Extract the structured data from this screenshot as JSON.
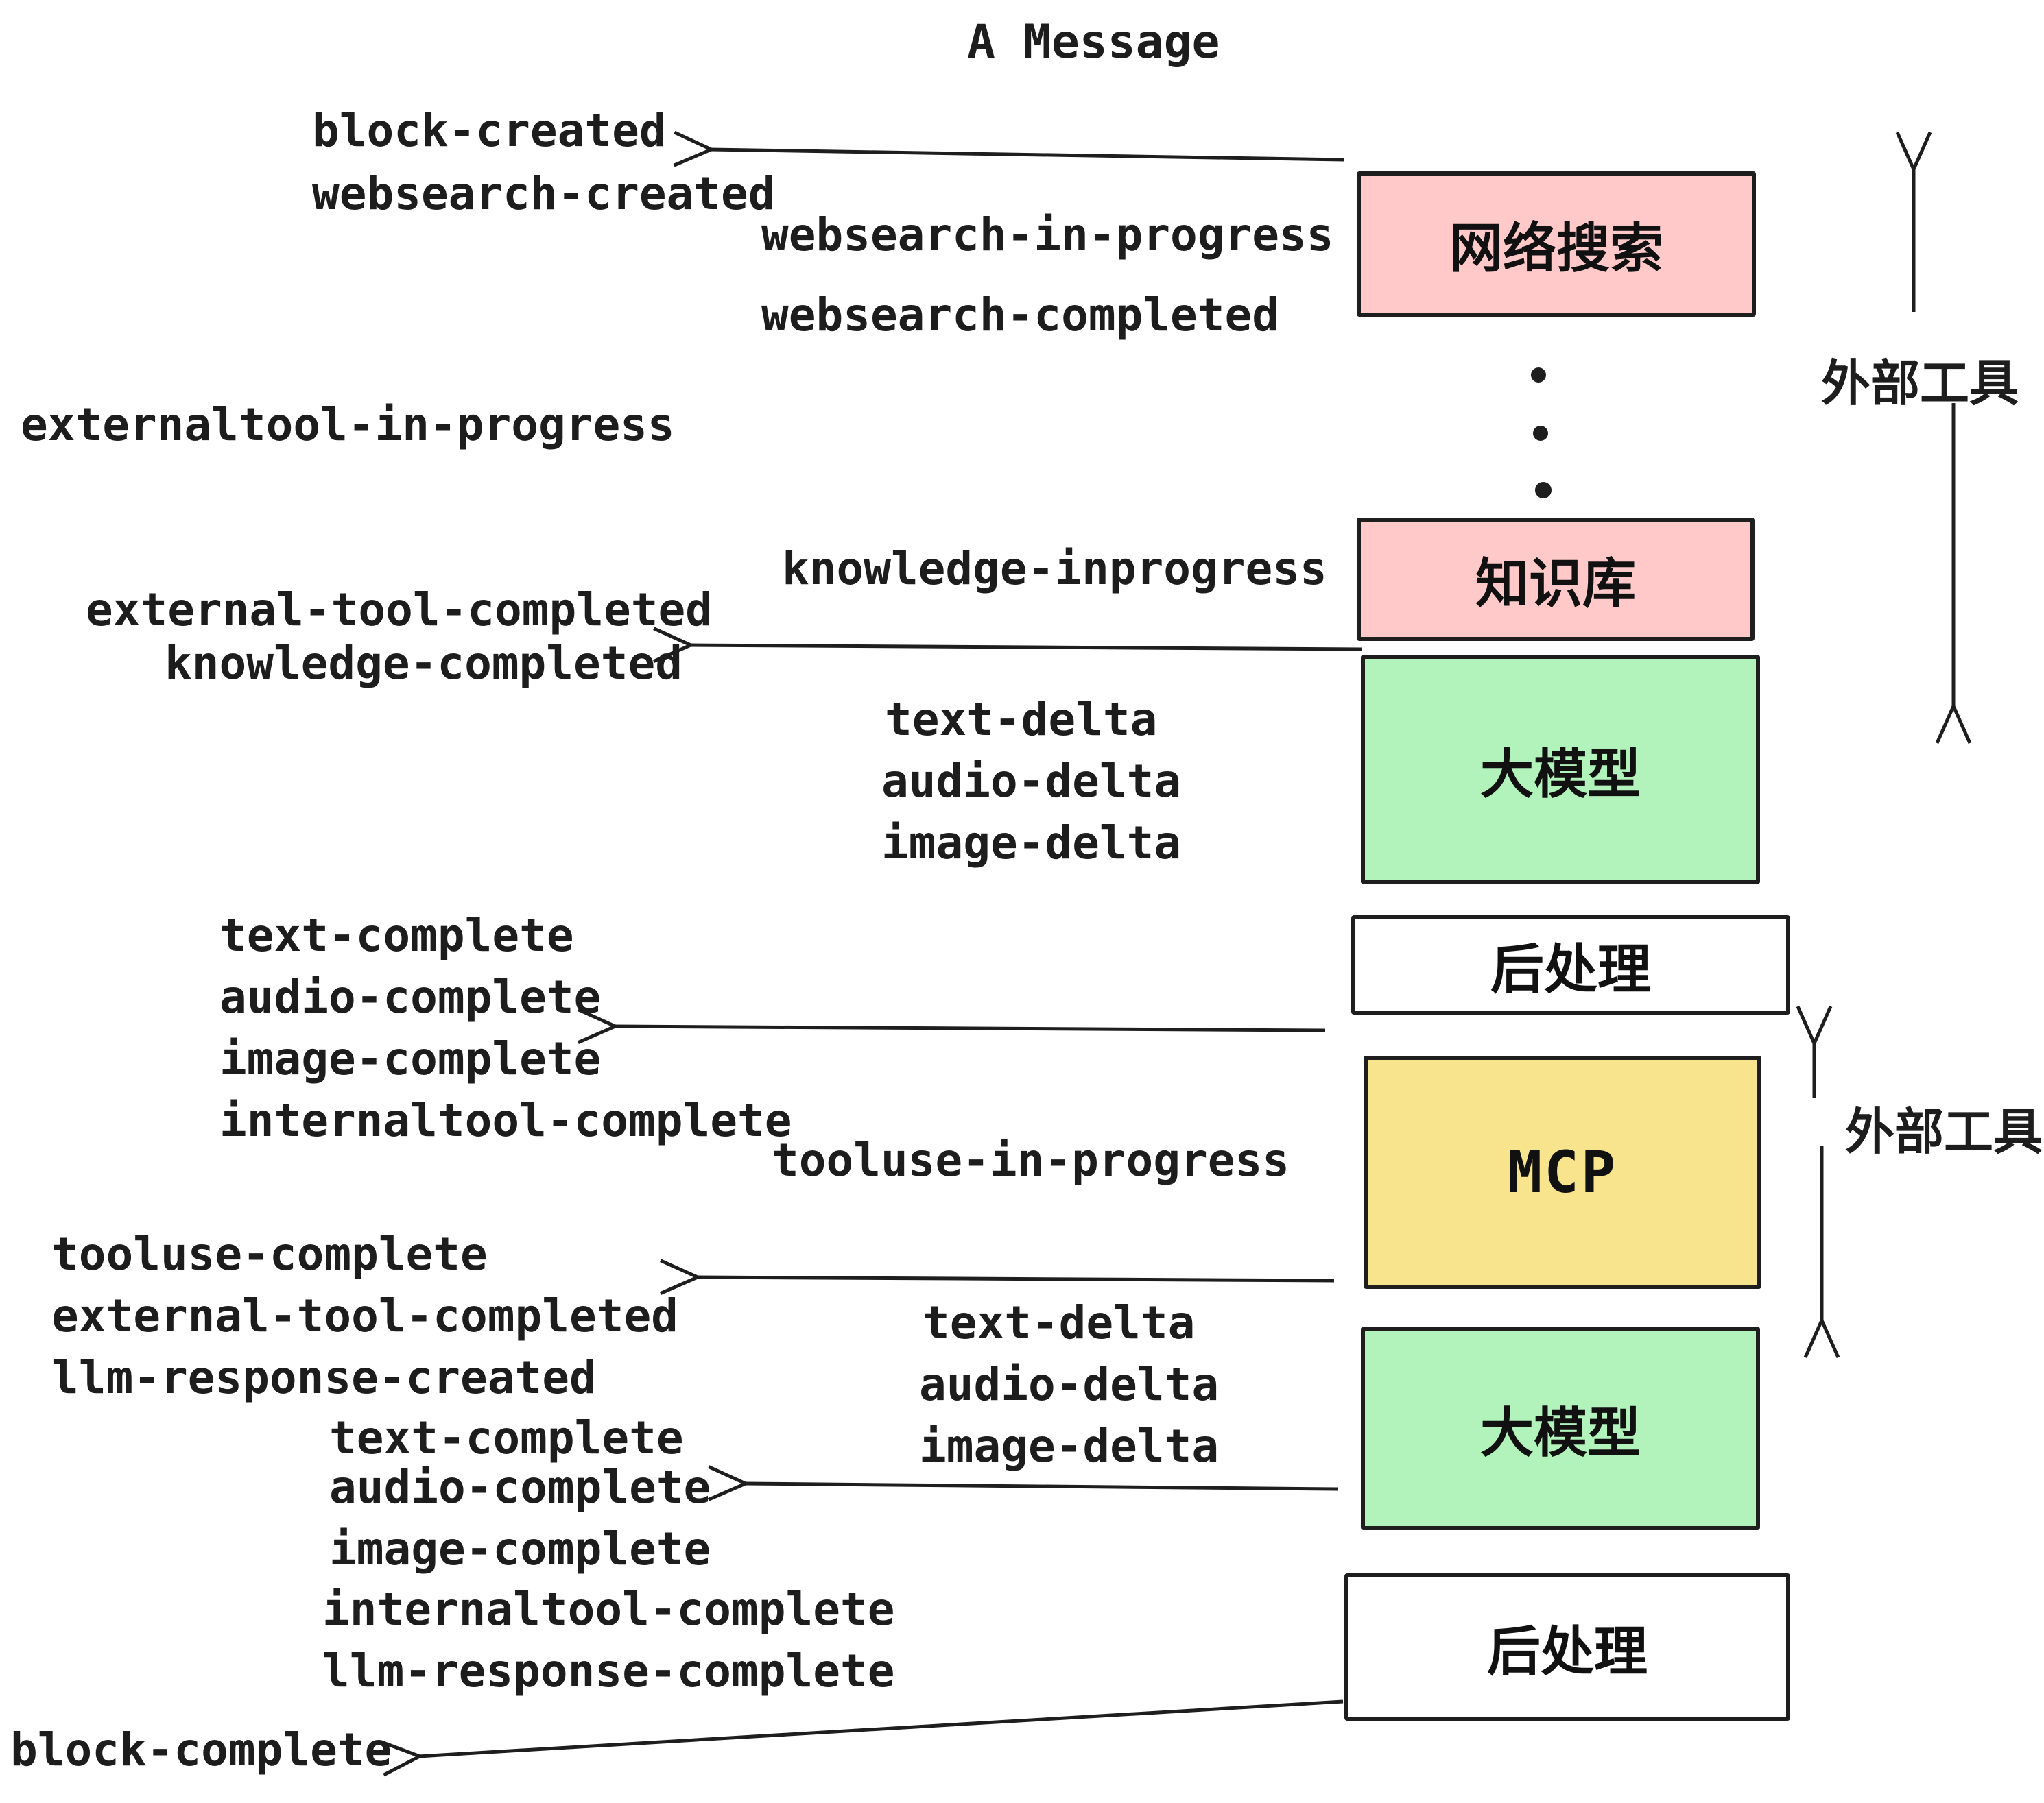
{
  "title": "A Message",
  "colors": {
    "pink": "#ffc9c9",
    "green": "#b2f2bb",
    "yellow": "#f8e48c",
    "white": "#ffffff",
    "ink": "#1e1e1e"
  },
  "events": [
    "block-created",
    "websearch-created",
    "websearch-in-progress",
    "websearch-completed",
    "externaltool-in-progress",
    "knowledge-inprogress",
    "external-tool-completed",
    "knowledge-completed",
    "text-delta",
    "audio-delta",
    "image-delta",
    "text-complete",
    "audio-complete",
    "image-complete",
    "internaltool-complete",
    "tooluse-in-progress",
    "tooluse-complete",
    "external-tool-completed",
    "llm-response-created",
    "text-complete",
    "text-delta",
    "audio-delta",
    "image-delta",
    "audio-complete",
    "image-complete",
    "internaltool-complete",
    "llm-response-complete",
    "block-complete"
  ],
  "boxes": [
    {
      "id": "web-search",
      "label": "网络搜索",
      "color": "pink"
    },
    {
      "id": "knowledge-base",
      "label": "知识库",
      "color": "pink"
    },
    {
      "id": "llm-1",
      "label": "大模型",
      "color": "green"
    },
    {
      "id": "post-process-1",
      "label": "后处理",
      "color": "white"
    },
    {
      "id": "mcp",
      "label": "MCP",
      "color": "yellow"
    },
    {
      "id": "llm-2",
      "label": "大模型",
      "color": "green"
    },
    {
      "id": "post-process-2",
      "label": "后处理",
      "color": "white"
    }
  ],
  "side_labels": {
    "external_tools_top": "外部工具",
    "external_tools_bottom": "外部工具"
  }
}
